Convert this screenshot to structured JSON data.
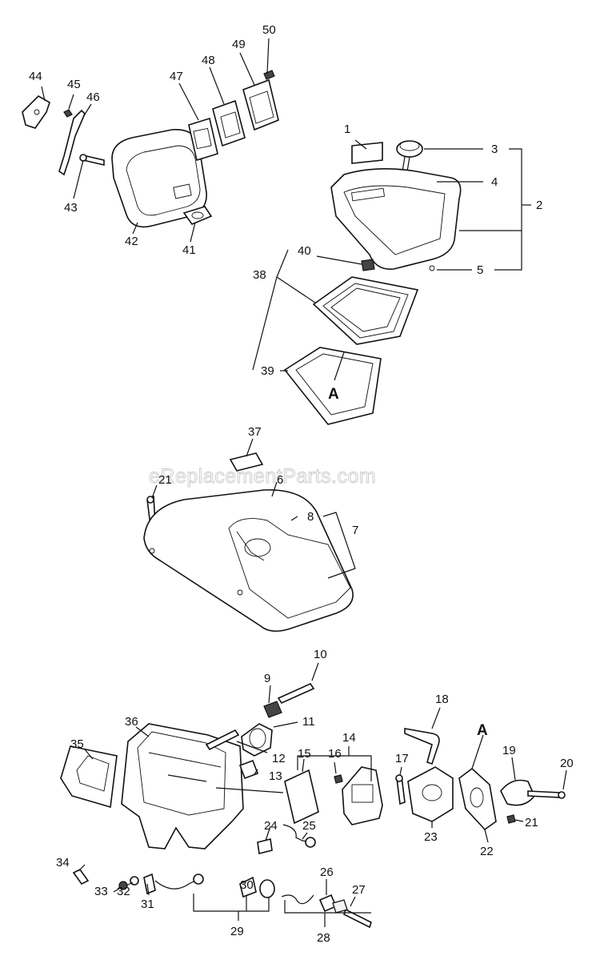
{
  "watermark": "eReplacementParts.com",
  "callouts": {
    "c1": "1",
    "c2": "2",
    "c3": "3",
    "c4": "4",
    "c5": "5",
    "c6": "6",
    "c7": "7",
    "c8": "8",
    "c9": "9",
    "c10": "10",
    "c11": "11",
    "c12": "12",
    "c13": "13",
    "c14": "14",
    "c15": "15",
    "c16": "16",
    "c17": "17",
    "c18": "18",
    "c19": "19",
    "c20": "20",
    "c21a": "21",
    "c21b": "21",
    "c22": "22",
    "c23": "23",
    "c24": "24",
    "c25": "25",
    "c26": "26",
    "c27": "27",
    "c28": "28",
    "c29": "29",
    "c30": "30",
    "c31": "31",
    "c32": "32",
    "c33": "33",
    "c34": "34",
    "c35": "35",
    "c36": "36",
    "c37": "37",
    "c38": "38",
    "c39": "39",
    "c40": "40",
    "c41": "41",
    "c42": "42",
    "c43": "43",
    "c44": "44",
    "c45": "45",
    "c46": "46",
    "c47": "47",
    "c48": "48",
    "c49": "49",
    "c50": "50"
  },
  "markers": {
    "a_top": "A",
    "a_bottom": "A"
  }
}
